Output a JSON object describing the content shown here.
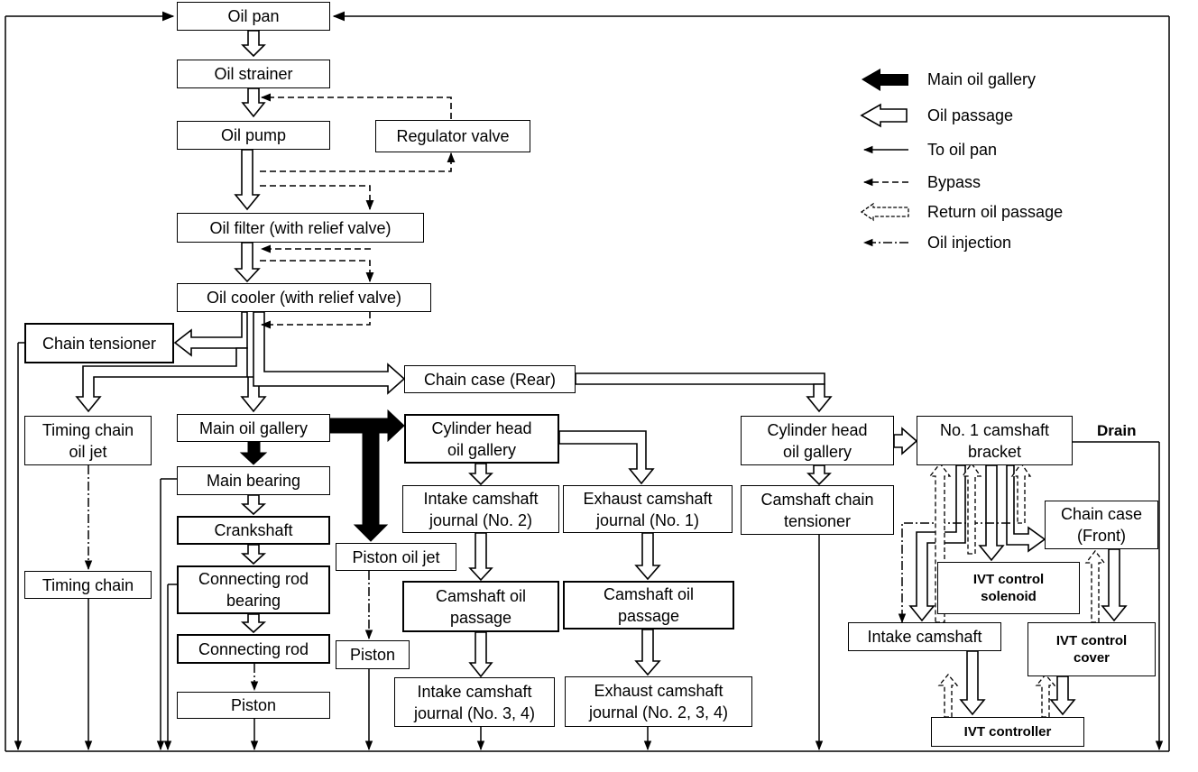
{
  "diagram": {
    "boxes": {
      "oil_pan": "Oil pan",
      "oil_strainer": "Oil strainer",
      "oil_pump": "Oil pump",
      "regulator_valve": "Regulator valve",
      "oil_filter": "Oil filter (with relief valve)",
      "oil_cooler": "Oil cooler (with relief valve)",
      "chain_tensioner": "Chain tensioner",
      "timing_chain_oil_jet": "Timing chain\noil jet",
      "timing_chain": "Timing chain",
      "main_oil_gallery": "Main oil gallery",
      "main_bearing": "Main bearing",
      "crankshaft": "Crankshaft",
      "connecting_rod_bearing": "Connecting rod\nbearing",
      "connecting_rod": "Connecting rod",
      "piston_left": "Piston",
      "chain_case_rear": "Chain case (Rear)",
      "cylinder_head_oil_gallery_1": "Cylinder head\noil gallery",
      "piston_oil_jet": "Piston oil jet",
      "piston_right": "Piston",
      "intake_camshaft_journal_2": "Intake camshaft\njournal (No. 2)",
      "exhaust_camshaft_journal_1": "Exhaust camshaft\njournal (No. 1)",
      "camshaft_oil_passage_1": "Camshaft oil\npassage",
      "camshaft_oil_passage_2": "Camshaft oil\npassage",
      "intake_camshaft_journal_34": "Intake camshaft\njournal (No. 3, 4)",
      "exhaust_camshaft_journal_234": "Exhaust camshaft\njournal (No. 2, 3, 4)",
      "cylinder_head_oil_gallery_2": "Cylinder head\noil gallery",
      "camshaft_chain_tensioner": "Camshaft chain\ntensioner",
      "no1_camshaft_bracket": "No. 1 camshaft\nbracket",
      "chain_case_front": "Chain case\n(Front)",
      "ivt_control_solenoid": "IVT control\nsolenoid",
      "intake_camshaft": "Intake camshaft",
      "ivt_control_cover": "IVT control\ncover",
      "ivt_controller": "IVT controller"
    },
    "drain_label": "Drain"
  },
  "legend": {
    "main_oil_gallery": "Main oil gallery",
    "oil_passage": "Oil passage",
    "to_oil_pan": "To oil pan",
    "bypass": "Bypass",
    "return_oil_passage": "Return oil passage",
    "oil_injection": "Oil injection"
  }
}
